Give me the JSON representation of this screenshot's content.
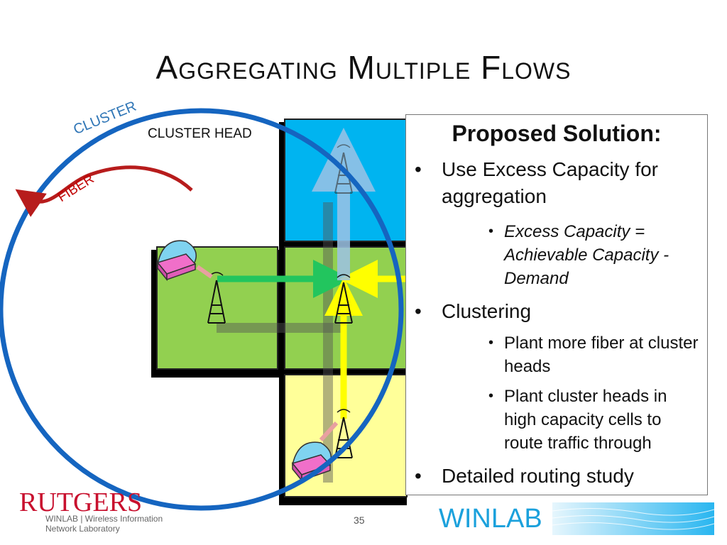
{
  "slide": {
    "title": "Aggregating Multiple Flows",
    "page_number": "35"
  },
  "diagram": {
    "cluster_label": "CLUSTER",
    "cluster_head_label": "CLUSTER HEAD",
    "fiber_label": "FIBER",
    "colors": {
      "cluster_ring": "#1565c0",
      "fiber": "#b71c1c",
      "cell_blue": "#00b4f0",
      "cell_green": "#92d050",
      "cell_yellow": "#ffff99",
      "flow_green": "#22c55e",
      "flow_yellow": "#ffff00",
      "flow_blue": "#9dc3e6"
    }
  },
  "panel": {
    "title": "Proposed Solution:",
    "bullets": {
      "b1": "Use Excess Capacity for aggregation",
      "b1_sub1": "Excess Capacity = Achievable Capacity - Demand",
      "b2": "Clustering",
      "b2_sub1": "Plant more fiber at cluster heads",
      "b2_sub2": "Plant cluster heads in high capacity cells to route traffic through",
      "b3": "Detailed routing study"
    },
    "bullet_glyph": "•"
  },
  "footer": {
    "rutgers_logo": "RUTGERS",
    "rutgers_sub": "WINLAB | Wireless Information Network Laboratory",
    "winlab_logo": "WINLAB"
  }
}
